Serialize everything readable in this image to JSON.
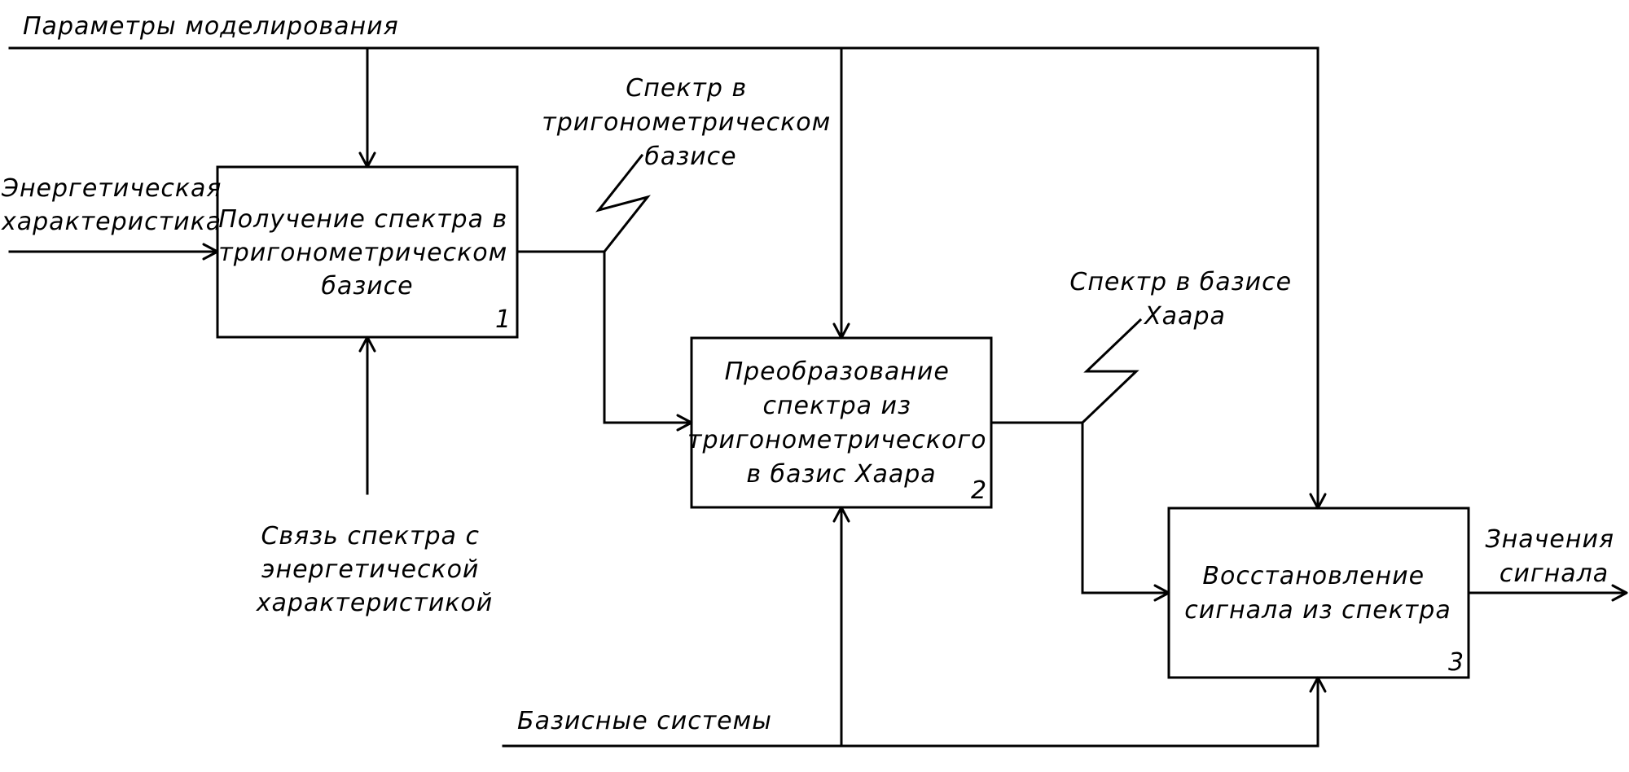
{
  "blocks": [
    {
      "lines": [
        "Получение спектра в",
        "тригонометрическом",
        "базисе"
      ],
      "number": "1"
    },
    {
      "lines": [
        "Преобразование",
        "спектра из",
        "тригонометрического",
        "в базис Хаара"
      ],
      "number": "2"
    },
    {
      "lines": [
        "Восстановление",
        "сигнала из спектра"
      ],
      "number": "3"
    }
  ],
  "arrows": {
    "control_params": [
      "Параметры моделирования"
    ],
    "input_energy": [
      "Энергетическая",
      "характеристика"
    ],
    "mechanism_relation": [
      "Связь спектра с",
      "энергетической",
      "характеристикой"
    ],
    "flow_trig_spectrum": [
      "Спектр в",
      "тригонометрическом",
      "базисе"
    ],
    "flow_haar_spectrum": [
      "Спектр в базисе",
      "Хаара"
    ],
    "output_signal": [
      "Значения",
      "сигнала"
    ],
    "mechanism_basis": [
      "Базисные системы"
    ]
  }
}
